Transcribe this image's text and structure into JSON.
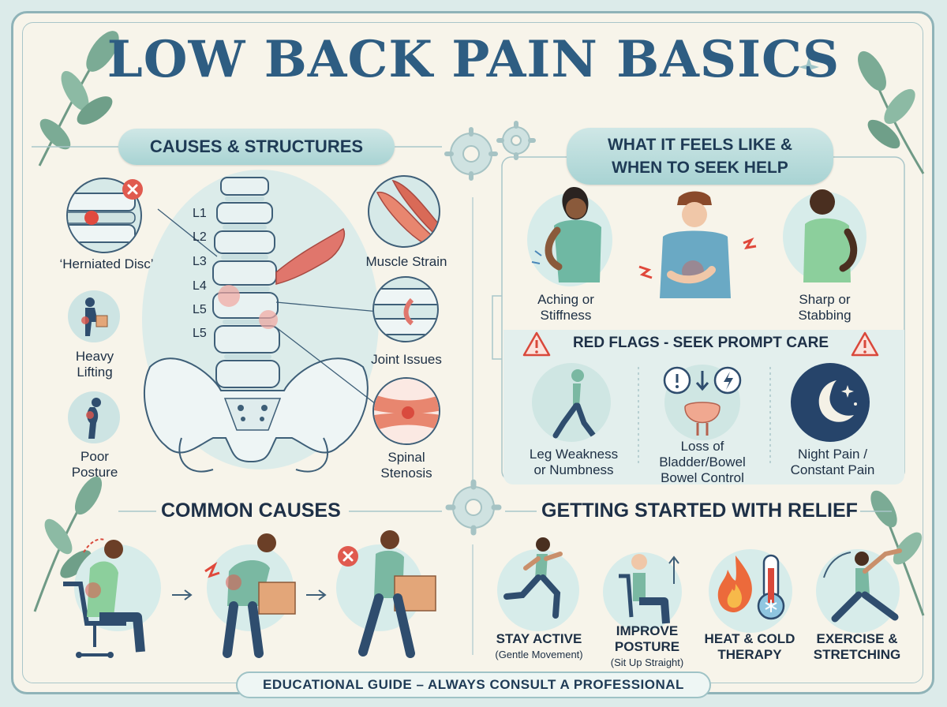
{
  "title": "LOW BACK PAIN BASICS",
  "causes_section": {
    "heading": "CAUSES & STRUCTURES",
    "vertebra_labels": [
      "L1",
      "L2",
      "L3",
      "L4",
      "L5",
      "L5"
    ],
    "structures": {
      "herniated_disc": "‘Herniated Disc’",
      "muscle_strain": "Muscle Strain",
      "joint_issues": "Joint Issues",
      "spinal_stenosis": [
        "Spinal",
        "Stenosis"
      ]
    },
    "risk_factors": {
      "heavy_lifting": [
        "Heavy",
        "Lifting"
      ],
      "poor_posture": [
        "Poor",
        "Posture"
      ]
    }
  },
  "feels_section": {
    "heading": [
      "WHAT IT FEELS LIKE &",
      "WHEN TO SEEK HELP"
    ],
    "symptoms": {
      "aching": [
        "Aching or",
        "Stiffness"
      ],
      "sharp": [
        "Sharp or",
        "Stabbing"
      ]
    },
    "red_flags": {
      "heading": "RED FLAGS - SEEK PROMPT CARE",
      "items": {
        "leg": [
          "Leg Weakness",
          "or Numbness"
        ],
        "bladder": [
          "Loss of",
          "Bladder/Bowel",
          "Bowel Control"
        ],
        "night": [
          "Night Pain /",
          "Constant Pain"
        ]
      }
    }
  },
  "common_causes": {
    "heading": "COMMON CAUSES"
  },
  "relief": {
    "heading": "GETTING STARTED WITH RELIEF",
    "items": {
      "active": {
        "title": "STAY ACTIVE",
        "sub": "(Gentle Movement)"
      },
      "posture": {
        "title": [
          "IMPROVE",
          "POSTURE"
        ],
        "sub": "(Sit Up Straight)"
      },
      "heat": {
        "title": [
          "HEAT & COLD",
          "THERAPY"
        ]
      },
      "exercise": {
        "title": [
          "EXERCISE &",
          "STRETCHING"
        ]
      }
    }
  },
  "footer": "EDUCATIONAL GUIDE – ALWAYS CONSULT A PROFESSIONAL",
  "colors": {
    "title": "#2e5d82",
    "pill": "#a8d3d3",
    "paper": "#f7f4ea",
    "alert": "#d9483b",
    "skin": "#8a5a3b",
    "shirt": "#6fb8a3",
    "pants": "#2f4d6e"
  }
}
